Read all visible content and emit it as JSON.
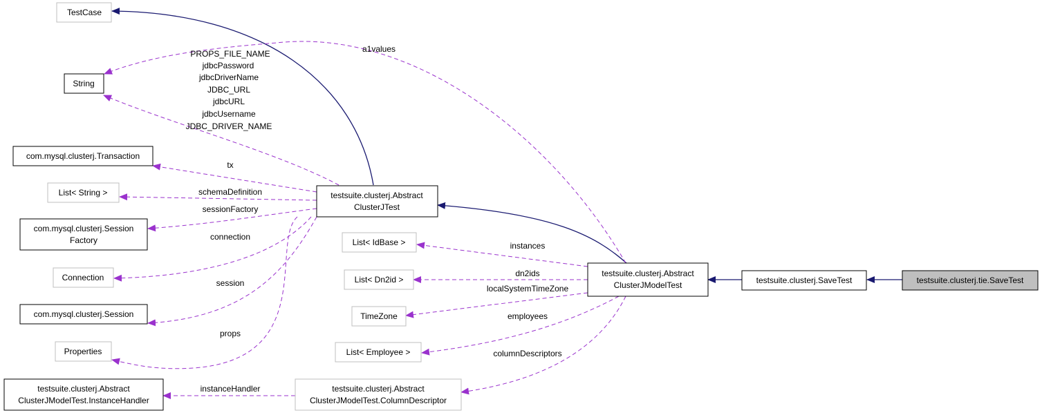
{
  "colors": {
    "inheritance_edge": "#191970",
    "usage_edge": "#9a32cd",
    "focus_fill": "#bfbfbf",
    "external_border": "#bfbfbf",
    "node_border": "#000000"
  },
  "nodes": {
    "testcase": {
      "lines": [
        "TestCase"
      ]
    },
    "string": {
      "lines": [
        "String"
      ]
    },
    "transaction": {
      "lines": [
        "com.mysql.clusterj.Transaction"
      ]
    },
    "list_string": {
      "lines": [
        "List< String >"
      ]
    },
    "session_factory": {
      "lines": [
        "com.mysql.clusterj.Session",
        "Factory"
      ]
    },
    "connection": {
      "lines": [
        "Connection"
      ]
    },
    "session": {
      "lines": [
        "com.mysql.clusterj.Session"
      ]
    },
    "properties": {
      "lines": [
        "Properties"
      ]
    },
    "instance_handler": {
      "lines": [
        "testsuite.clusterj.Abstract",
        "ClusterJModelTest.InstanceHandler"
      ]
    },
    "abstract_clusterj_test": {
      "lines": [
        "testsuite.clusterj.Abstract",
        "ClusterJTest"
      ]
    },
    "list_idbase": {
      "lines": [
        "List< IdBase >"
      ]
    },
    "list_dn2id": {
      "lines": [
        "List< Dn2id >"
      ]
    },
    "timezone": {
      "lines": [
        "TimeZone"
      ]
    },
    "list_employee": {
      "lines": [
        "List< Employee >"
      ]
    },
    "column_descriptor": {
      "lines": [
        "testsuite.clusterj.Abstract",
        "ClusterJModelTest.ColumnDescriptor"
      ]
    },
    "abstract_model_test": {
      "lines": [
        "testsuite.clusterj.Abstract",
        "ClusterJModelTest"
      ]
    },
    "save_test": {
      "lines": [
        "testsuite.clusterj.SaveTest"
      ]
    },
    "tie_save_test": {
      "lines": [
        "testsuite.clusterj.tie.SaveTest"
      ]
    }
  },
  "edge_labels": {
    "string_fields": [
      "PROPS_FILE_NAME",
      "jdbcPassword",
      "jdbcDriverName",
      "JDBC_URL",
      "jdbcURL",
      "jdbcUsername",
      "JDBC_DRIVER_NAME"
    ],
    "a1values": "a1values",
    "tx": "tx",
    "schemaDefinition": "schemaDefinition",
    "sessionFactory": "sessionFactory",
    "connection": "connection",
    "session": "session",
    "props": "props",
    "instances": "instances",
    "dn2ids": "dn2ids",
    "localSystemTimeZone": "localSystemTimeZone",
    "employees": "employees",
    "columnDescriptors": "columnDescriptors",
    "instanceHandler": "instanceHandler"
  }
}
